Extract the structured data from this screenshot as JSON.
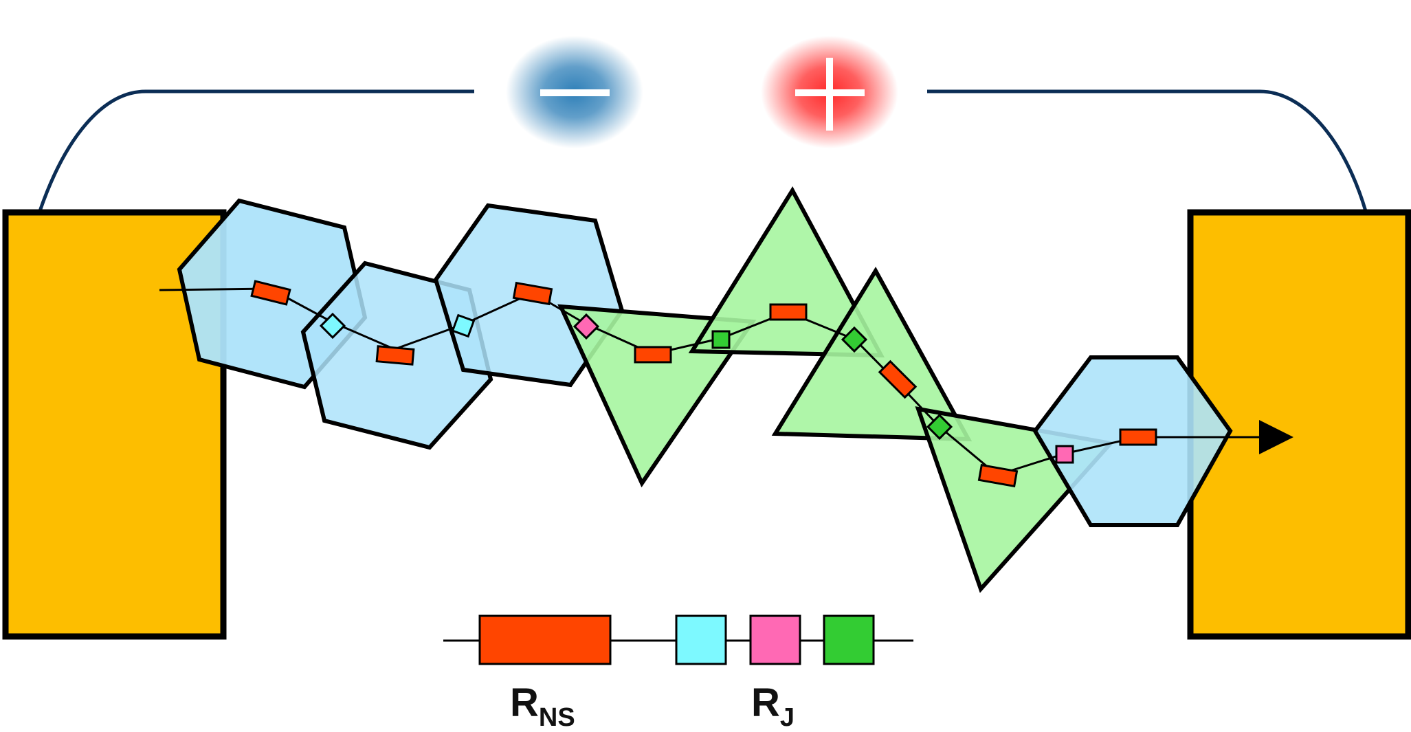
{
  "colors": {
    "electrode": "#FDBE00",
    "electrode_stroke": "#000000",
    "wire": "#0B2D55",
    "hexagon": "#ADE3FA",
    "triangle": "#A6F5A0",
    "triangle_overlap_edge": "#2E7D2A",
    "resistor_ns": "#FF4500",
    "junction_cyan": "#7DF9FF",
    "junction_pink": "#FF69B4",
    "junction_green": "#33CC33",
    "minus_glow": "#2E7FB8",
    "plus_glow": "#FF2A2A"
  },
  "battery": {
    "negative_symbol": "−",
    "positive_symbol": "+"
  },
  "legend": {
    "ns_label_main": "R",
    "ns_label_sub": "NS",
    "j_label_main": "R",
    "j_label_sub": "J"
  },
  "icons": {
    "negative_terminal": "minus-glow-icon",
    "positive_terminal": "plus-glow-icon",
    "output_arrow": "arrowhead-icon"
  }
}
